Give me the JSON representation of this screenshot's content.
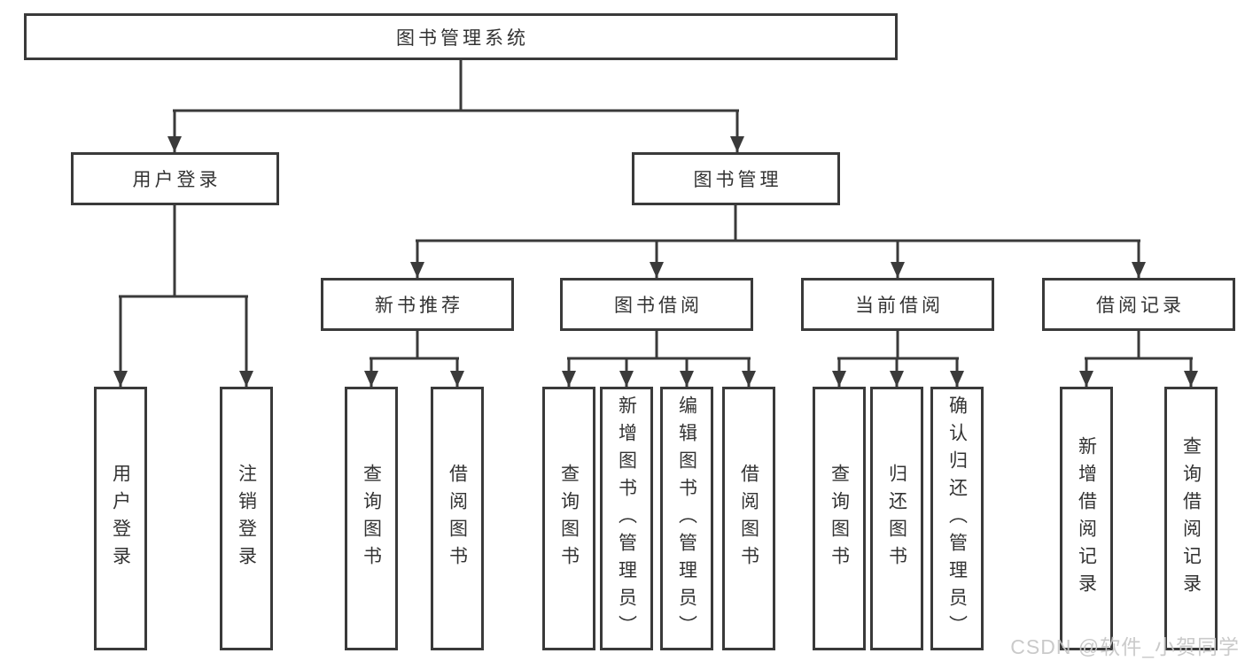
{
  "diagram": {
    "colors": {
      "line": "#3a3a3a",
      "border": "#3a3a3a",
      "text": "#333333",
      "background": "#ffffff",
      "watermark": "#c6c6c6"
    },
    "watermark": "CSDN @软件_小贺同学",
    "nodes": {
      "root": "图书管理系统",
      "user_login_branch": "用户登录",
      "book_mgmt_branch": "图书管理",
      "new_book_rec": "新书推荐",
      "book_borrow": "图书借阅",
      "current_borrow": "当前借阅",
      "borrow_records": "借阅记录",
      "leaf_user_login": "用户登录",
      "leaf_logout": "注销登录",
      "leaf_query_book_1": "查询图书",
      "leaf_borrow_book_1": "借阅图书",
      "leaf_query_book_2": "查询图书",
      "leaf_add_book": "新增图书（管理员）",
      "leaf_edit_book": "编辑图书（管理员）",
      "leaf_borrow_book_2": "借阅图书",
      "leaf_query_book_3": "查询图书",
      "leaf_return_book": "归还图书",
      "leaf_confirm_return": "确认归还（管理员）",
      "leaf_add_record": "新增借阅记录",
      "leaf_query_record": "查询借阅记录"
    }
  }
}
